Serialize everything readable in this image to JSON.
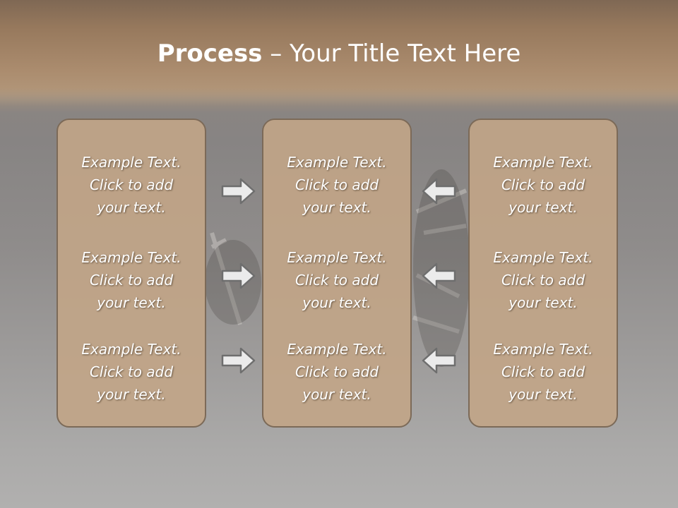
{
  "slide": {
    "title_bold": "Process",
    "title_rest": " – Your Title Text Here"
  },
  "colors": {
    "panel_fill": "#c2a587",
    "panel_border": "#7c6a58",
    "title_band": "#ab8c6e",
    "text": "#ffffff",
    "arrow_fill": "#ebebeb",
    "arrow_stroke": "#6e6e6e"
  },
  "panels": [
    {
      "items": [
        "Example Text.\nClick  to add\nyour text.",
        "Example Text.\nClick  to add\nyour text.",
        "Example Text.\nClick  to add\nyour text."
      ]
    },
    {
      "items": [
        "Example Text.\nClick  to add\nyour text.",
        "Example Text.\nClick  to add\nyour text.",
        "Example Text.\nClick  to add\nyour text."
      ]
    },
    {
      "items": [
        "Example Text.\nClick  to add\nyour text.",
        "Example Text.\nClick  to add\nyour text.",
        "Example Text.\nClick  to add\nyour text."
      ]
    }
  ],
  "arrows": {
    "left_group": "right-arrow-icon",
    "right_group": "left-arrow-icon"
  }
}
